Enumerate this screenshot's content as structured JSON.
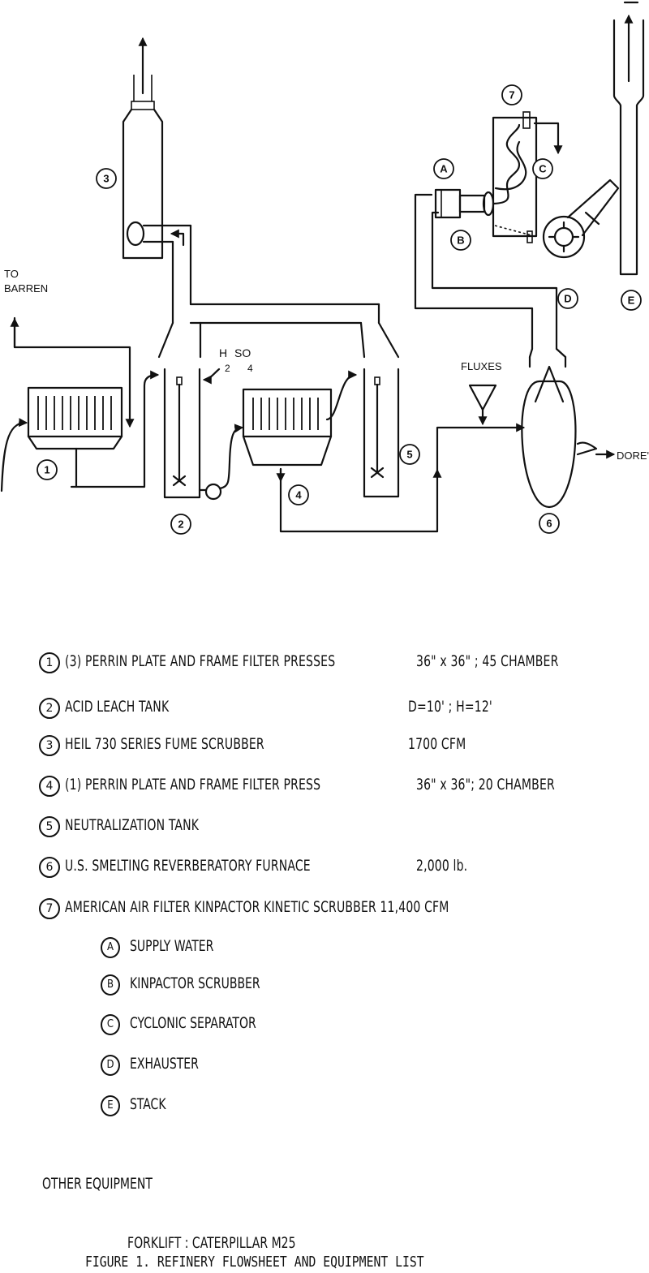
{
  "diagram": {
    "unit_labels": [
      "1",
      "2",
      "3",
      "4",
      "5",
      "6",
      "7",
      "A",
      "B",
      "C",
      "D",
      "E"
    ],
    "to_barren": [
      "TO",
      "BARREN"
    ],
    "reagent": {
      "main": "H",
      "sub1": "2",
      "mid": "SO",
      "sub2": "4"
    },
    "fluxes": "FLUXES",
    "product": "DORE'"
  },
  "equipment": [
    {
      "num": "1",
      "name": "(3) PERRIN PLATE AND FRAME FILTER PRESSES",
      "spec": "36\" x 36\" ; 45 CHAMBER"
    },
    {
      "num": "2",
      "name": "ACID LEACH TANK",
      "spec": "D=10' ;  H=12'"
    },
    {
      "num": "3",
      "name": "HEIL 730 SERIES FUME SCRUBBER",
      "spec": "1700 CFM"
    },
    {
      "num": "4",
      "name": "(1) PERRIN PLATE AND FRAME FILTER PRESS",
      "spec": "36\" x 36\";  20 CHAMBER"
    },
    {
      "num": "5",
      "name": "NEUTRALIZATION TANK",
      "spec": ""
    },
    {
      "num": "6",
      "name": "U.S. SMELTING REVERBERATORY FURNACE",
      "spec": "2,000 lb."
    },
    {
      "num": "7",
      "name": "AMERICAN AIR FILTER KINPACTOR KINETIC SCRUBBER 11,400 CFM",
      "spec": ""
    }
  ],
  "scrubber_components": [
    {
      "num": "A",
      "name": "SUPPLY WATER"
    },
    {
      "num": "B",
      "name": "KINPACTOR SCRUBBER"
    },
    {
      "num": "C",
      "name": "CYCLONIC SEPARATOR"
    },
    {
      "num": "D",
      "name": "EXHAUSTER"
    },
    {
      "num": "E",
      "name": "STACK"
    }
  ],
  "other_heading": "OTHER EQUIPMENT",
  "forklift": "FORKLIFT : CATERPILLAR M25",
  "caption": "FIGURE 1.  REFINERY FLOWSHEET AND EQUIPMENT LIST"
}
